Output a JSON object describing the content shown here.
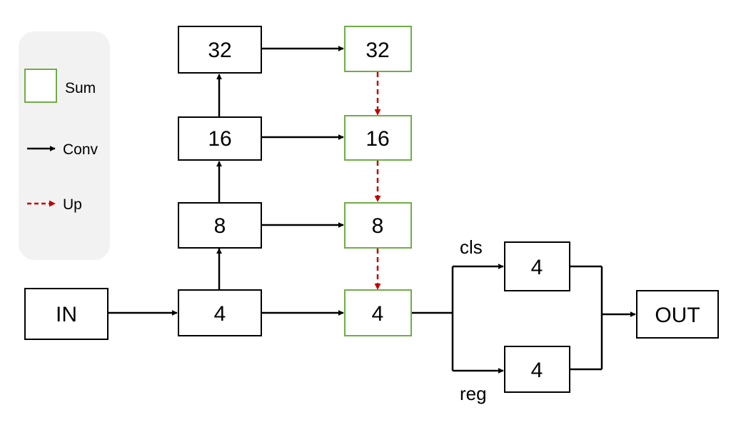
{
  "colors": {
    "sum_border": "#70ad47",
    "conv_arrow": "#000000",
    "up_arrow": "#c00000",
    "legend_bg": "#f2f2f2",
    "box_border": "#000000"
  },
  "legend": {
    "sum_label": "Sum",
    "conv_label": "Conv",
    "up_label": "Up"
  },
  "nodes": {
    "input": "IN",
    "output": "OUT",
    "backbone": [
      "4",
      "8",
      "16",
      "32"
    ],
    "fpn": [
      "4",
      "8",
      "16",
      "32"
    ],
    "cls_head": "4",
    "reg_head": "4"
  },
  "branches": {
    "cls": "cls",
    "reg": "reg"
  }
}
